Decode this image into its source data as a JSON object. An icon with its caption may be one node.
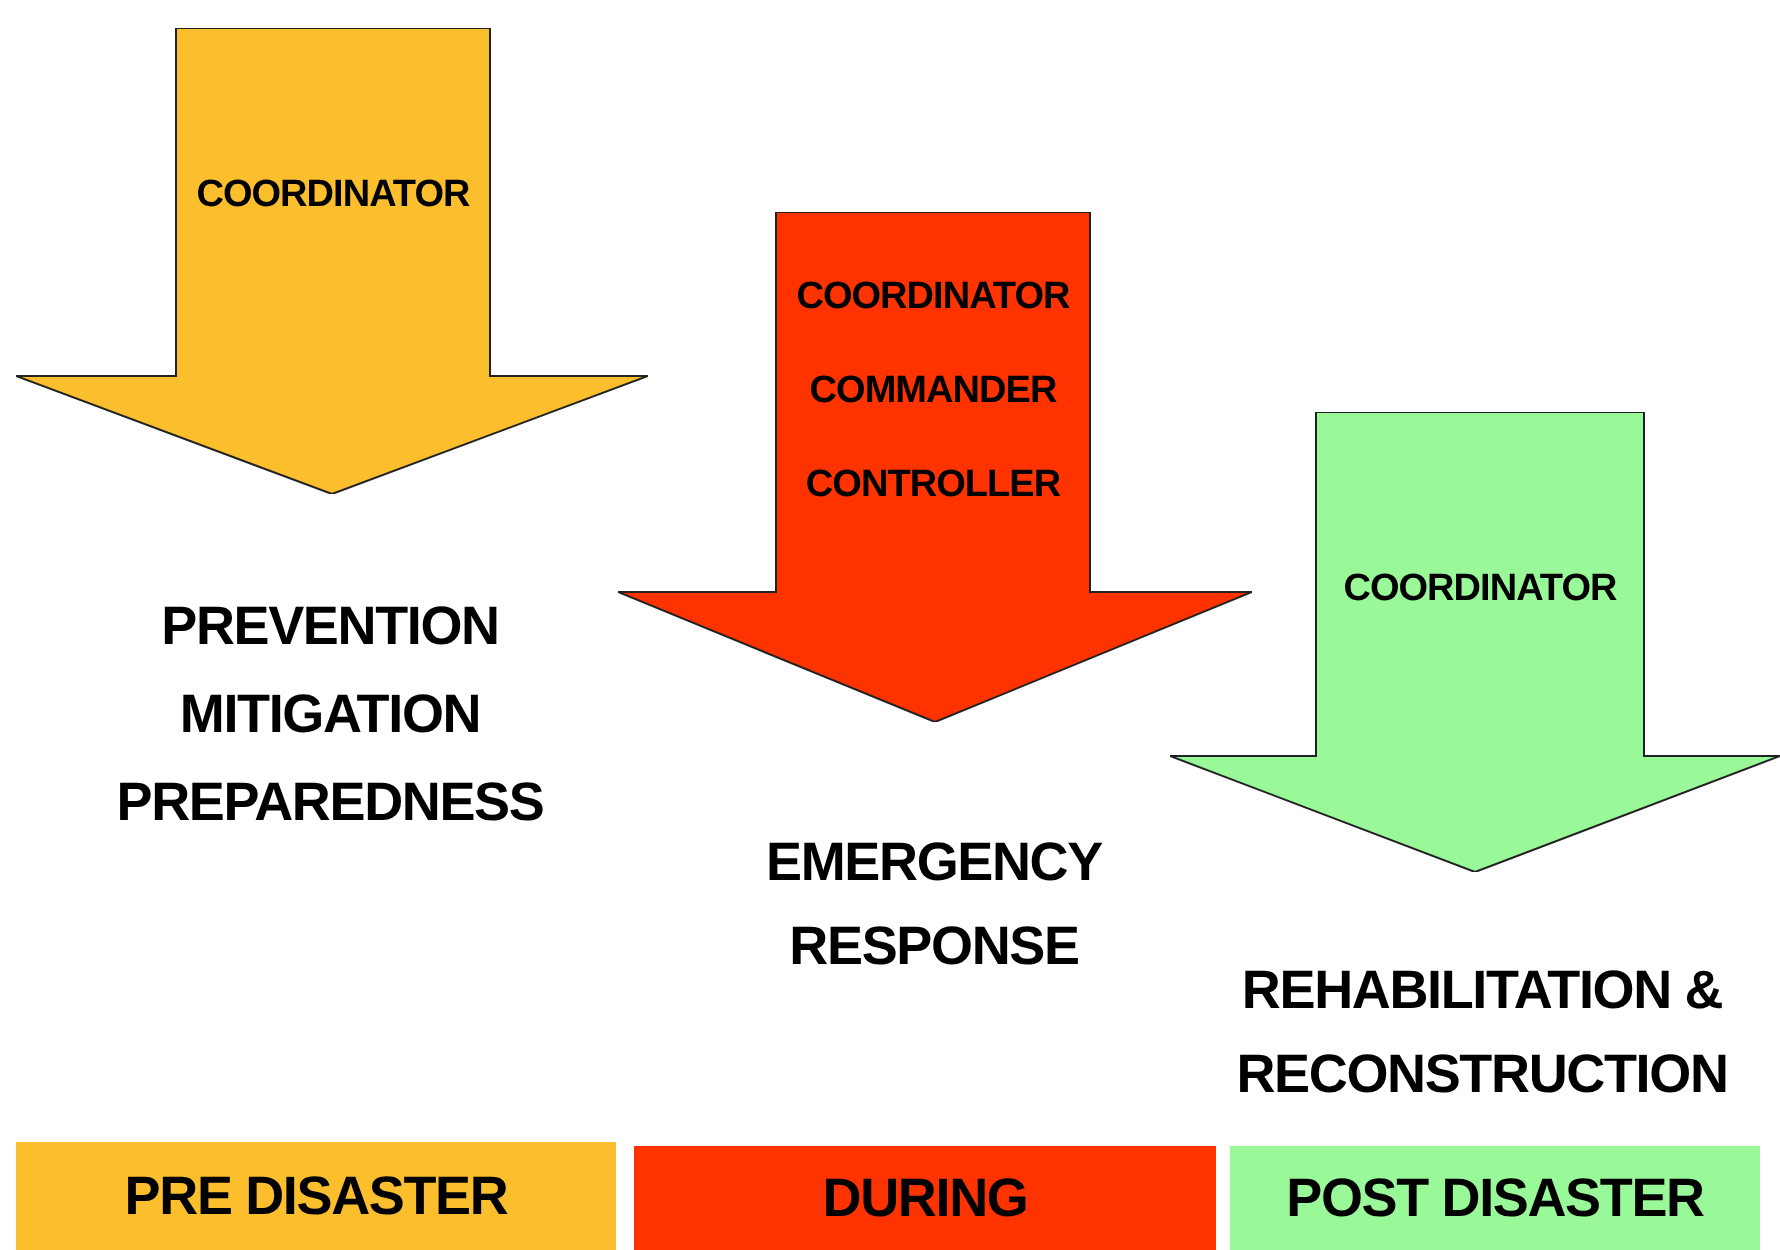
{
  "diagram": {
    "nodes": [
      {
        "text": [
          "COORDINATOR"
        ]
      },
      {
        "text": [
          "COORDINATOR",
          "COMMANDER",
          "CONTROLLER"
        ]
      },
      {
        "text": [
          "COORDINATOR"
        ]
      },
      {
        "text": [
          "PRE DISASTER"
        ]
      },
      {
        "text": [
          "DURING"
        ]
      },
      {
        "text": [
          "POST DISASTER"
        ]
      }
    ],
    "labels": [
      "PREVENTION",
      "MITIGATION",
      "PREPAREDNESS",
      "EMERGENCY RESPONSE",
      "REHABILITATION & RECONSTRUCTION"
    ]
  }
}
